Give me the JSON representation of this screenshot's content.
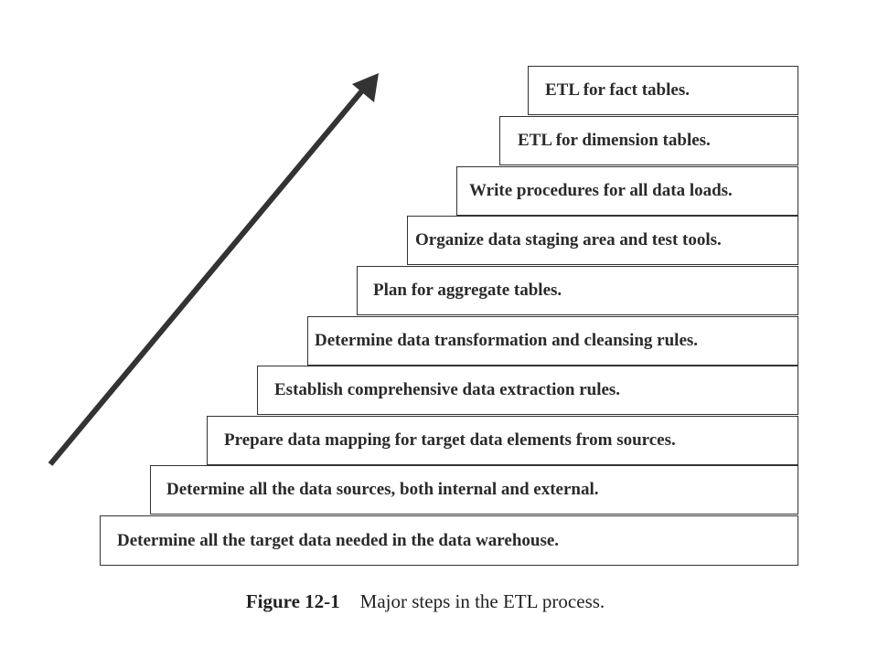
{
  "steps": [
    "Determine all the target data needed in the data warehouse.",
    "Determine all the data sources, both internal and external.",
    "Prepare data mapping for target data elements from sources.",
    "Establish comprehensive data extraction rules.",
    "Determine data transformation and cleansing rules.",
    "Plan for aggregate tables.",
    "Organize data staging area and test tools.",
    "Write procedures for all data loads.",
    "ETL for dimension tables.",
    "ETL for fact tables."
  ],
  "caption": {
    "figure_number": "Figure 12-1",
    "text": "Major steps in the ETL process."
  },
  "colors": {
    "arrow": "#333333",
    "border": "#333333",
    "text": "#2a2a2a"
  }
}
